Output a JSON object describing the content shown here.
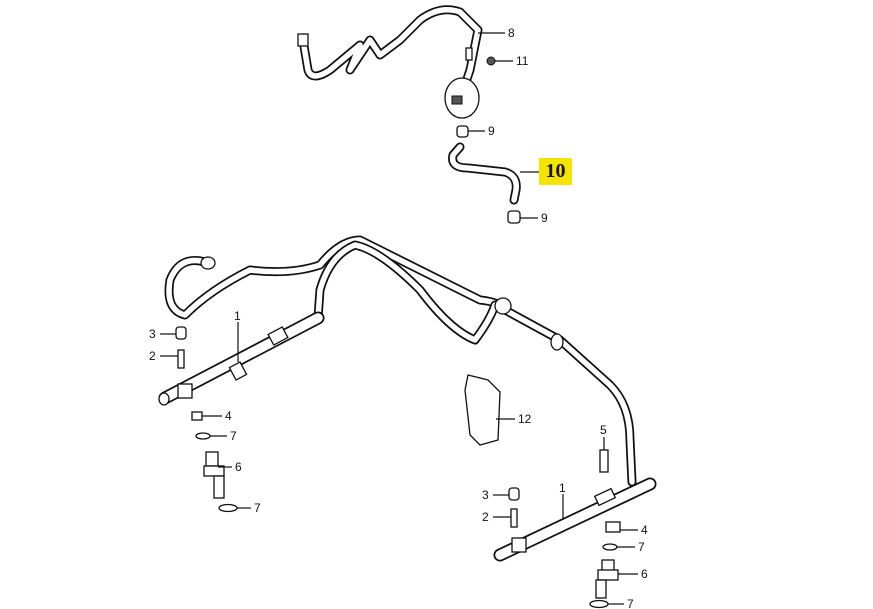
{
  "diagram": {
    "highlight_color": "#f5e400",
    "highlighted_part": "10",
    "callouts": {
      "top_hose": "8",
      "nut": "11",
      "clamp_upper": "9",
      "hose_highlighted": "10",
      "clamp_lower": "9",
      "rail_left": "1",
      "cap_left": "3",
      "valve_left": "2",
      "bracket_left": "4",
      "oring_left_upper": "7",
      "injector_left": "6",
      "oring_left_lower": "7",
      "bracket_mid": "12",
      "bolt_right": "5",
      "cap_right": "3",
      "valve_right": "2",
      "rail_right": "1",
      "bracket_right": "4",
      "oring_right_upper": "7",
      "injector_right": "6",
      "oring_right_lower": "7"
    }
  }
}
